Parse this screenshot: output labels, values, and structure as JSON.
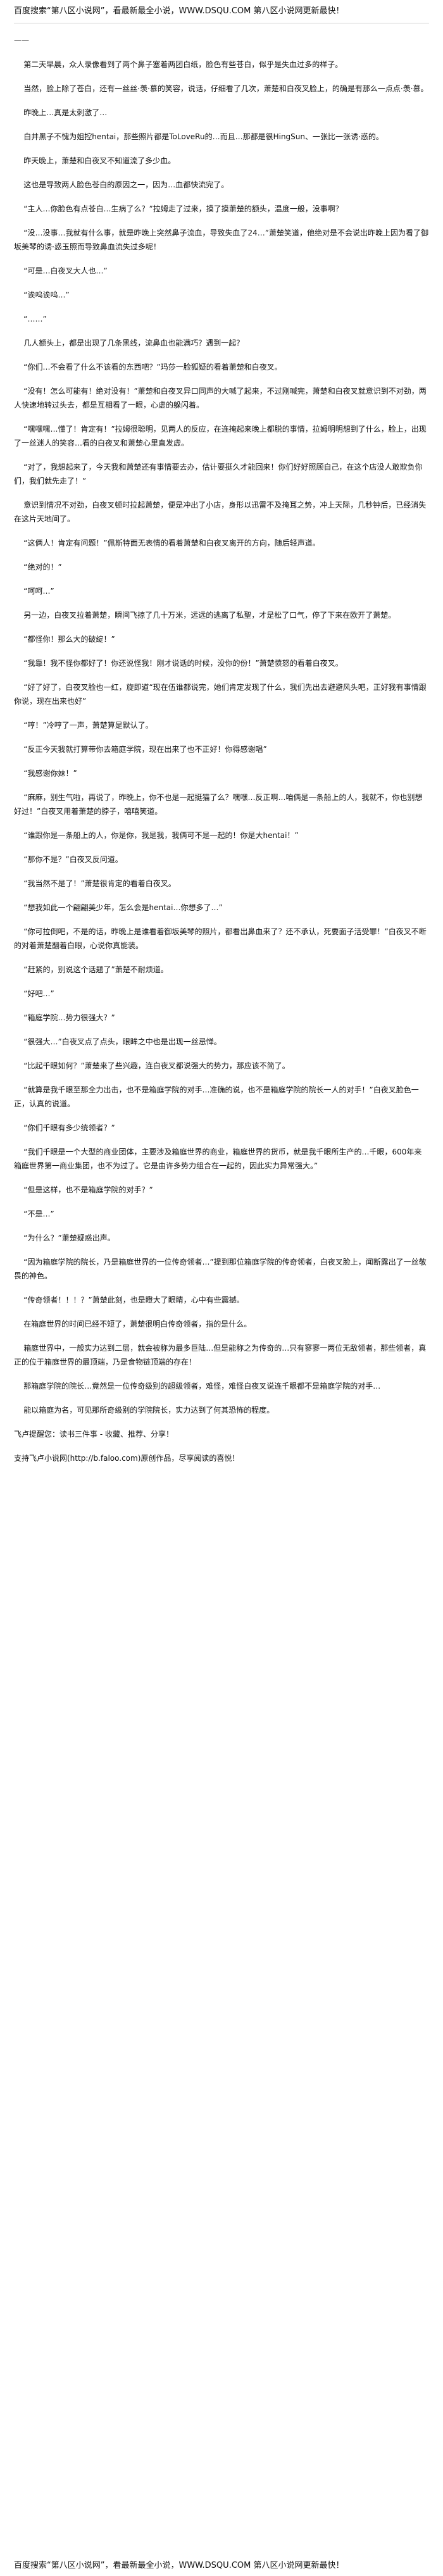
{
  "header": {
    "text": "百度搜索“第八区小说网”，看最新最全小说，WWW.DSQU.COM 第八区小说网更新最快！"
  },
  "content": {
    "opening": "—— ",
    "paragraphs": [
      "    第二天早晨，众人录像看到了两个鼻子塞着两团白纸，脸色有些苍白，似乎是失血过多的样子。",
      "    当然，脸上除了苍白，还有一丝丝·羡·慕的笑容，说话，仔细看了几次，萧楚和白夜叉脸上，的确是有那么一点点·羡·慕。",
      "    昨晚上…真是太刺激了…",
      "    白井黑子不愧为姐控hentai，那些照片都是ToLoveRu的…而且…那都是很HingSun、一张比一张诱·惑的。",
      "    昨天晚上，萧楚和白夜叉不知道流了多少血。",
      "    这也是导致两人脸色苍白的原因之一，因为…血都快流完了。",
      "    “主人…你脸色有点苍白…生病了么？”拉姆走了过来，摸了摸萧楚的额头，温度一般，没事啊？",
      "    “没…没事…我就有什么事，就是昨晚上突然鼻子流血，导致失血了24…”萧楚笑道，他绝对是不会说出昨晚上因为看了御坂美琴的诱·惑玉照而导致鼻血流失过多呢！",
      "    “可是…白夜叉大人也…”",
      "    “诶呜诶呜…”",
      "    “……”",
      "    几人额头上，都是出现了几条黑线，流鼻血也能满巧？遇到一起？",
      "    “你们…不会看了什么不该看的东西吧？”玛莎一脸狐疑的看着萧楚和白夜叉。",
      "    “没有！怎么可能有！绝对没有！”萧楚和白夜叉异口同声的大喊了起来，不过刚喊完，萧楚和白夜叉就意识到不对劲，两人快速地转过头去，都是互相看了一眼，心虚的躲闪着。",
      "    “嘿嘿嘿…懂了！肯定有！”拉姆很聪明，见两人的反应，在连掩起来晚上都脱的事情，拉姆明明想到了什么，脸上，出现了一丝迷人的笑容…看的白夜叉和萧楚心里直发虚。",
      "    “对了，我想起来了，今天我和萧楚还有事情要去办，估计要挺久才能回来！你们好好照顾自己，在这个店没人敢欺负你们，我们就先走了！”",
      "    意识到情况不对劲，白夜叉顿时拉起萧楚，便是冲出了小店，身形以迅雷不及掩耳之势，冲上天际，几秒钟后，已经消失在这片天地间了。",
      "    “这俩人！肯定有问题！”佩斯特面无表情的看着萧楚和白夜叉离开的方向，随后轻声道。",
      "    “绝对的！”",
      "    “呵呵…”",
      "    另一边，白夜叉拉着萧楚，瞬间飞掠了几十万米，远远的逃离了私聖，才是松了口气，停了下来在欧开了萧楚。",
      "    “都怪你！那么大的破绽！”",
      "    “我靠！我不怪你都好了！你还说怪我！刚才说话的时候，没你的份！”萧楚愤怒的看着白夜叉。",
      "    “好了好了，白夜叉脸也一红，旋即道“现在伍谁都说完，她们肯定发现了什么，我们先出去避避风头吧，正好我有事情跟你说，现在出来也好”",
      "    “哼！”冷哼了一声，萧楚算是默认了。",
      "    “反正今天我就打算带你去箱庭学院，现在出来了也不正好！你得感谢唱”",
      "    “我感谢你妹！”",
      "    “麻麻，别生气啦，再说了，昨晚上，你不也是一起挺猫了么？嘿嘿…反正啊…咱俩是一条船上的人，我就不，你也别想好过！”白夜叉用着萧楚的脖子，嘻嘻笑道。",
      "    “谁跟你是一条船上的人，你是你，我是我，我俩可不是一起的！你是大hentai！”",
      "    “那你不是？”白夜叉反问道。",
      "    “我当然不是了！”萧楚很肯定的看着白夜叉。",
      "    “想我如此一个翩翩美少年，怎么会是hentai…你想多了…”",
      "    “你可拉倒吧，不是的话，昨晚上是谁看着御坂美琴的照片，都看出鼻血来了？还不承认，死要面子活受罪！”白夜叉不断的对着萧楚翻着白眼，心说你真能装。",
      "    “赶紧的，别说这个话题了”萧楚不耐烦道。",
      "    “好吧…”",
      "    “箱庭学院…势力很强大？”",
      "    “很强大…”白夜叉点了点头，眼眸之中也是出现一丝忌惮。",
      "    “比起千眼如何？”萧楚来了些兴趣，连白夜叉都说强大的势力，那应该不简了。",
      "    “就算是我千眼至那全力出击，也不是箱庭学院的对手…准确的说，也不是箱庭学院的院长一人的对手！”白夜叉脸色一正，认真的说道。",
      "    “你们千眼有多少统领者？”",
      "    “我们千眼是一个大型的商业团体，主要涉及箱庭世界的商业，箱庭世界的货币，就是我千眼所生产的…千眼，600年来箱庭世界第一商业集团，也不为过了。它是由许多势力组合在一起的，因此实力异常强大。”",
      "    “但是这样，也不是箱庭学院的对手？”",
      "    “不是…”",
      "    “为什么？”萧楚疑惑出声。",
      "    “因为箱庭学院的院长，乃是箱庭世界的一位传奇领者…”提到那位箱庭学院的传奇领者，白夜叉脸上，闻断露出了一丝敬畏的神色。",
      "    “传奇领者！！！？”萧楚此刻，也是瞪大了眼睛，心中有些震撼。",
      "    在箱庭世界的时间已经不短了，萧楚很明白传奇领者，指的是什么。",
      "    箱庭世界中，一般实力达到二层，就会被称为最多巨陆…但是能称之为传奇的…只有寥寥一两位无敌领者，那些领者，真正的位于箱庭世界的最顶端，乃是食物链顶端的存在！",
      "    那箱庭学院的院长…竟然是一位传奇级别的超级领者，难怪，难怪白夜叉说连千眼都不是箱庭学院的对手…",
      "    能以箱庭为名，可见那所奇级别的学院院长，实力达到了何其恐怖的程度。"
    ],
    "promo_lines": [
      "飞卢提醒您：读书三件事 - 收藏、推荐、分享！",
      "支持飞卢小说网(http://b.faloo.com)原创作品，尽享阅读的喜悦！"
    ]
  },
  "footer": {
    "text": "百度搜索“第八区小说网”，看最新最全小说，WWW.DSQU.COM 第八区小说网更新最快！"
  }
}
